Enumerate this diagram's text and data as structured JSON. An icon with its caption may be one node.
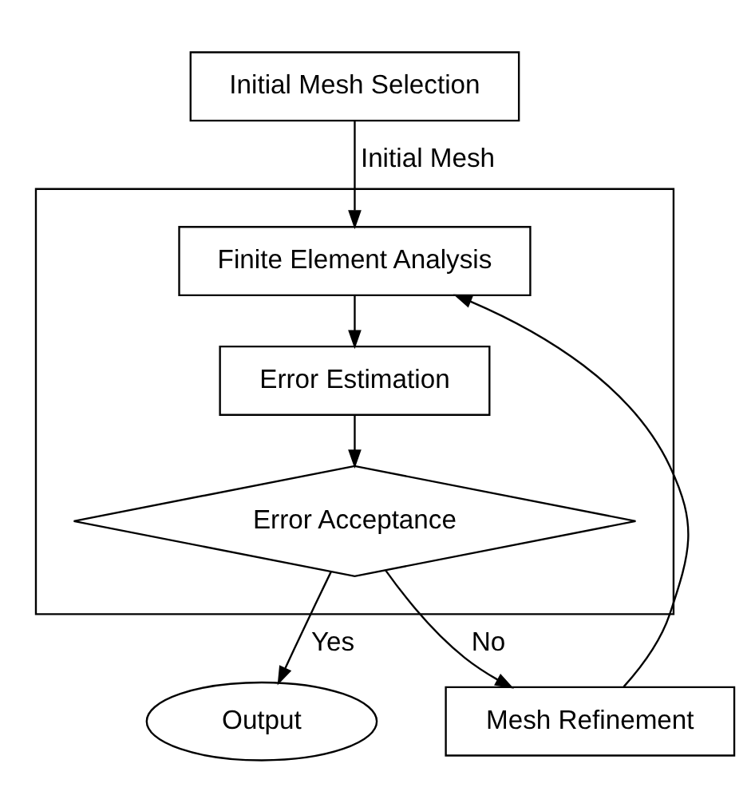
{
  "diagram": {
    "nodes": [
      {
        "text": [
          "Initial Mesh Selection"
        ]
      },
      {
        "text": [],
        "shape": "box"
      },
      {
        "text": [
          "Finite Element Analysis"
        ],
        "in": 1
      },
      {
        "text": [
          "Error Estimation"
        ],
        "in": 1
      },
      {
        "text": [
          "Error Acceptance"
        ],
        "in": 1
      },
      {
        "text": [
          "Output"
        ]
      },
      {
        "text": [
          "Mesh Refinement"
        ]
      }
    ],
    "edges": [
      {
        "from": 0,
        "to": 2,
        "arrow": "to",
        "label": "Initial Mesh"
      },
      {
        "from": 2,
        "to": 3,
        "arrow": "to"
      },
      {
        "from": 3,
        "to": 4,
        "arrow": "to"
      },
      {
        "from": 4,
        "to": 5,
        "arrow": "to",
        "label": "Yes"
      },
      {
        "from": 4,
        "to": 6,
        "arrow": "to",
        "label": "No"
      },
      {
        "from": 6,
        "to": 2,
        "arrow": "to"
      }
    ]
  }
}
